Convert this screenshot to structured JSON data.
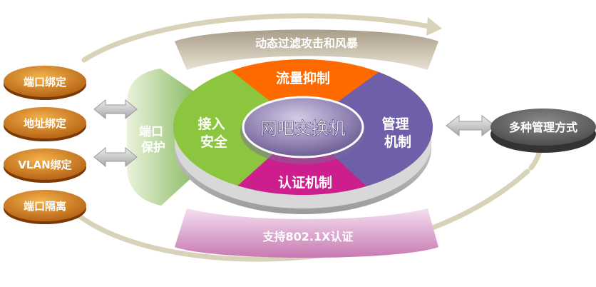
{
  "center": {
    "label": "网吧交换机"
  },
  "ring": {
    "top": "流量抑制",
    "left": "接入\n安全",
    "right": "管理\n机制",
    "bottom": "认证机制"
  },
  "petals": {
    "top": "动态过滤攻击和风暴",
    "bottom": "支持802.1X认证",
    "left": "端口\n保护"
  },
  "left_pills": [
    "端口绑定",
    "地址绑定",
    "VLAN绑定",
    "端口隔离"
  ],
  "right_box": {
    "label": "多种管理方式"
  },
  "colors": {
    "top": "#ff6a00",
    "left": "#8cc63f",
    "right": "#6f5fa8",
    "bottom": "#cc1e8c",
    "pill": "#c86a10",
    "right_box": "#5a5a5a",
    "orbit": "#d8d2b8"
  }
}
